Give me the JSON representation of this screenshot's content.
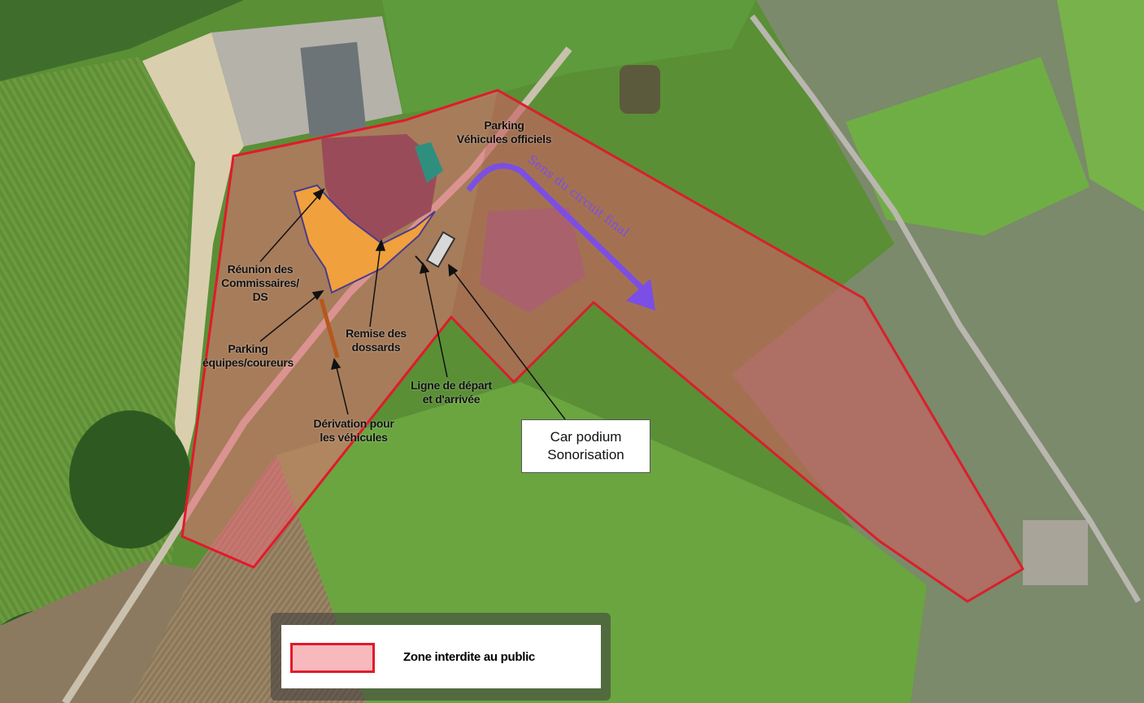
{
  "map": {
    "type": "aerial-site-plan",
    "colors": {
      "forbidden_zone_fill": "#f2a8ae",
      "forbidden_zone_stroke": "#e3192a",
      "team_parking_fill": "#f0a03c",
      "circuit_arrow": "#7b4ee6",
      "deviation_line": "#b5581b",
      "field_green": "#5f9a3a",
      "building_roof": "#9a4b5a"
    }
  },
  "labels": {
    "reunion": [
      "Réunion des",
      "Commissaires/",
      "DS"
    ],
    "parking_equipes": [
      "Parking",
      "équipes/coureurs"
    ],
    "remise": [
      "Remise des",
      "dossards"
    ],
    "derivation": [
      "Dérivation pour",
      "les véhicules"
    ],
    "ligne": [
      "Ligne de départ",
      "et d'arrivée"
    ],
    "parking_officiels": [
      "Parking",
      "Véhicules officiels"
    ],
    "circuit": "Sens du circuit final"
  },
  "podium": {
    "line1": "Car podium",
    "line2": "Sonorisation"
  },
  "legend": {
    "zone_label": "Zone interdite au public"
  }
}
